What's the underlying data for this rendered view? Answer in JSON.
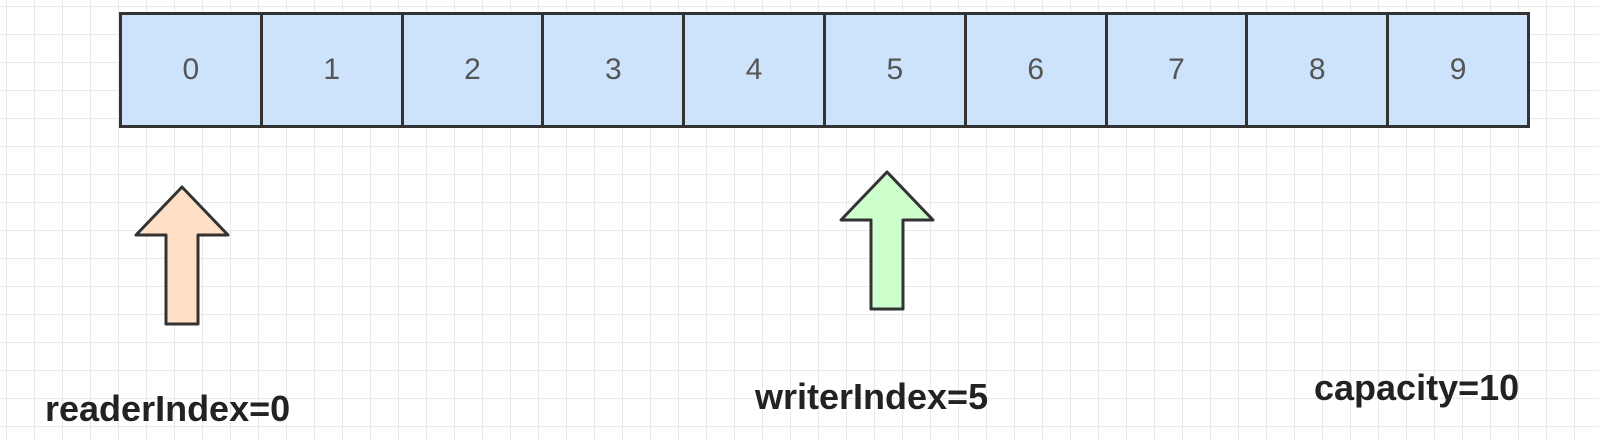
{
  "buffer": {
    "cells": [
      "0",
      "1",
      "2",
      "3",
      "4",
      "5",
      "6",
      "7",
      "8",
      "9"
    ],
    "fill_color": "#cce3fb",
    "border_color": "#333333"
  },
  "pointers": {
    "reader": {
      "label": "readerIndex=0",
      "index": 0,
      "arrow_color": "#ffe0c6"
    },
    "writer": {
      "label": "writerIndex=5",
      "index": 5,
      "arrow_color": "#ccffcc"
    }
  },
  "capacity": {
    "label": "capacity=10"
  }
}
